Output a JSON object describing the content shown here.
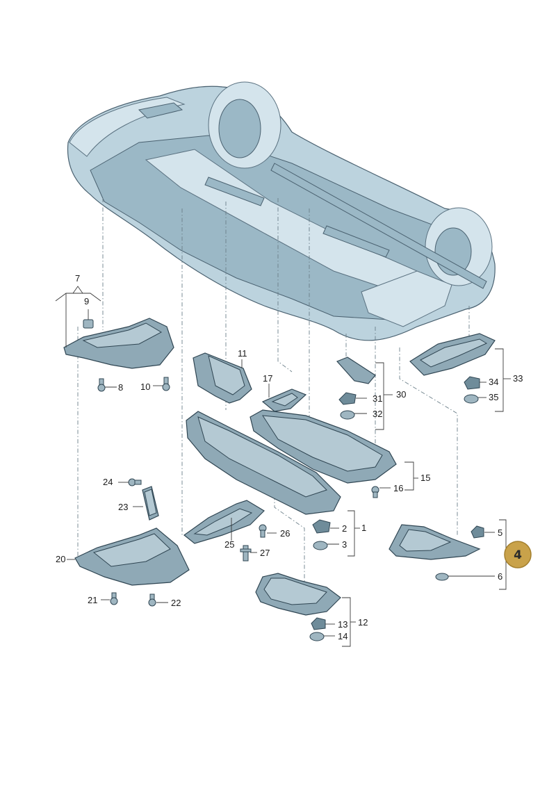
{
  "labels": {
    "p1": "1",
    "p2": "2",
    "p3": "3",
    "p4": "4",
    "p5": "5",
    "p6": "6",
    "p7": "7",
    "p8": "8",
    "p9": "9",
    "p10": "10",
    "p11": "11",
    "p12": "12",
    "p13": "13",
    "p14": "14",
    "p15": "15",
    "p16": "16",
    "p17": "17",
    "p20": "20",
    "p21": "21",
    "p22": "22",
    "p23": "23",
    "p24": "24",
    "p25": "25",
    "p26": "26",
    "p27": "27",
    "p30": "30",
    "p31": "31",
    "p32": "32",
    "p33": "33",
    "p34": "34",
    "p35": "35"
  },
  "badge": "4",
  "colors": {
    "badge_fill": "#c9a24a",
    "part_fill": "#8fa9b6",
    "car_fill": "#bcd3de"
  }
}
